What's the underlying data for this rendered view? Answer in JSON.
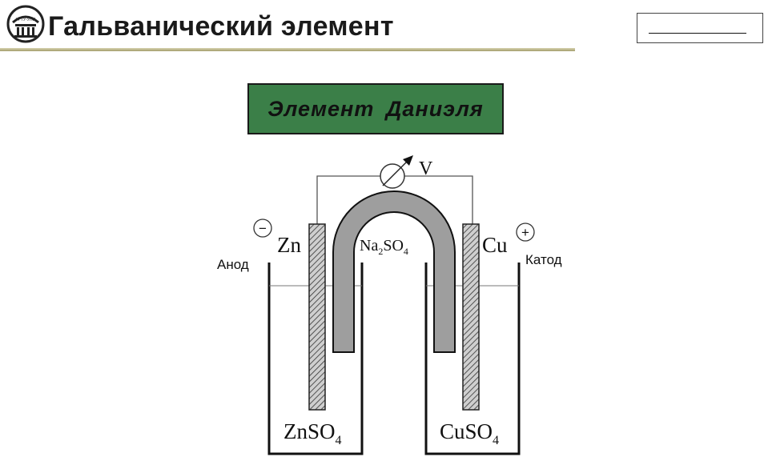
{
  "header": {
    "title": "Гальванический элемент",
    "logo_text": "УГТУ-УПИ"
  },
  "banner": {
    "title": "Элемент  Даниэля",
    "color": "#3b7f48"
  },
  "diagram": {
    "voltmeter_label": "V",
    "anode": {
      "electrode": "Zn",
      "label": "Анод",
      "sign": "−",
      "solution": "ZnSO",
      "solution_sub": "4"
    },
    "cathode": {
      "electrode": "Cu",
      "label": "Катод",
      "sign": "+",
      "solution": "CuSO",
      "solution_sub": "4"
    },
    "salt_bridge": {
      "a": "Na",
      "sub1": "2",
      "b": "SO",
      "sub2": "4"
    }
  }
}
